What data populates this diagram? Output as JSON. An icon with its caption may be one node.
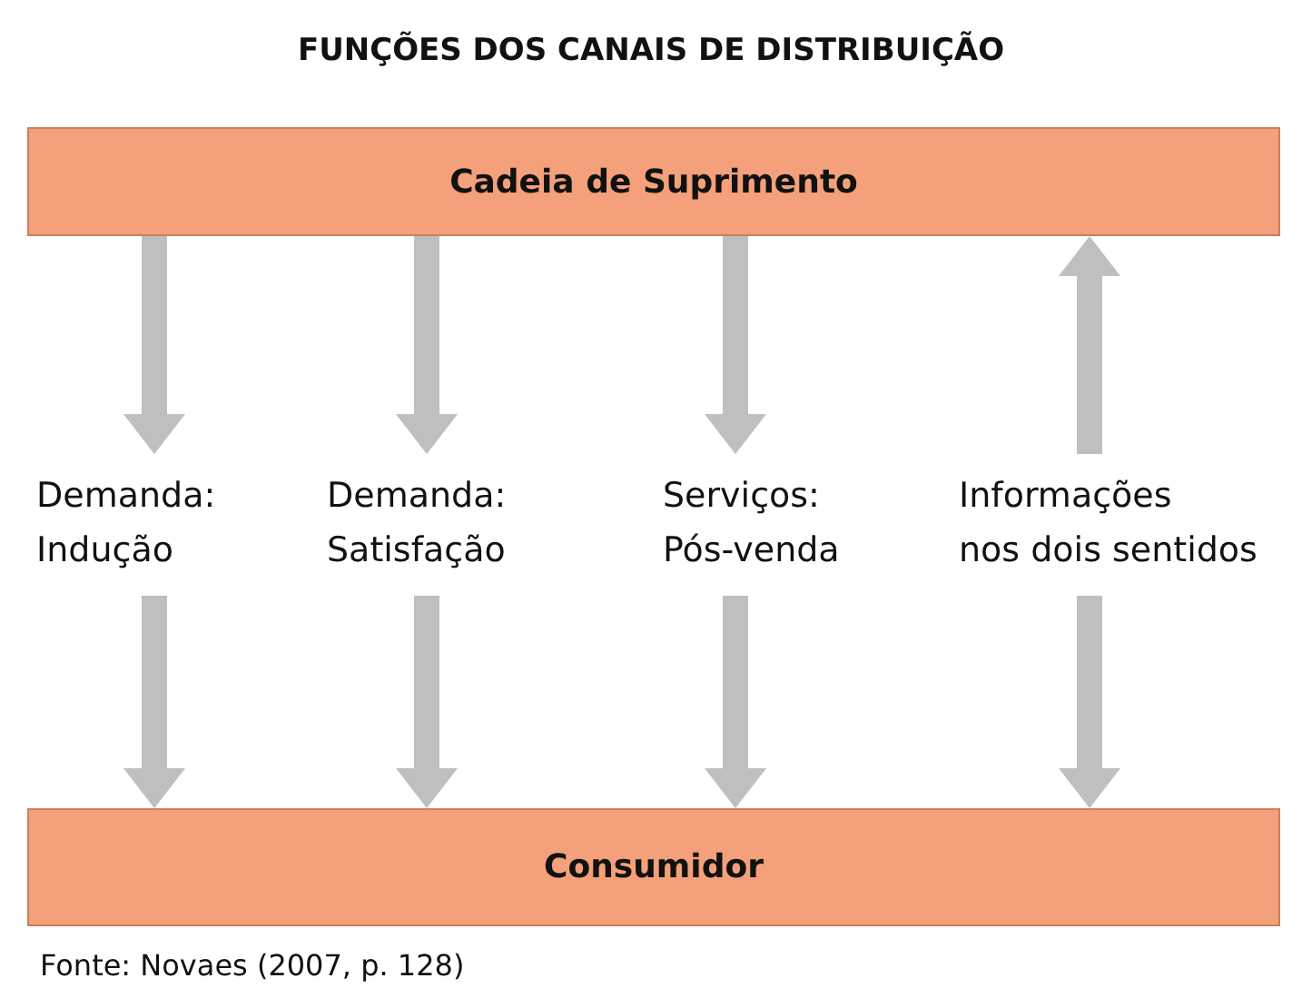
{
  "diagram": {
    "title": "FUNÇÕES DOS CANAIS DE DISTRIBUIÇÃO",
    "caption": "Fonte: Novaes (2007, p. 128)",
    "nodes": [
      {
        "text": [
          "Cadeia de Suprimento"
        ]
      },
      {
        "text": [
          "Consumidor"
        ]
      },
      {
        "text": [
          "Demanda: Indução"
        ]
      },
      {
        "text": [
          "Demanda: Satisfação"
        ]
      },
      {
        "text": [
          "Serviços: Pós-venda"
        ]
      },
      {
        "text": [
          "Informações nos dois sentidos"
        ]
      }
    ],
    "edges": [
      {
        "from": 0,
        "to": 2,
        "arrow": "to"
      },
      {
        "from": 2,
        "to": 1,
        "arrow": "to"
      },
      {
        "from": 0,
        "to": 3,
        "arrow": "to"
      },
      {
        "from": 3,
        "to": 1,
        "arrow": "to"
      },
      {
        "from": 0,
        "to": 4,
        "arrow": "to"
      },
      {
        "from": 4,
        "to": 1,
        "arrow": "to"
      },
      {
        "from": 5,
        "to": 0,
        "arrow": "to"
      },
      {
        "from": 5,
        "to": 1,
        "arrow": "to"
      }
    ]
  }
}
